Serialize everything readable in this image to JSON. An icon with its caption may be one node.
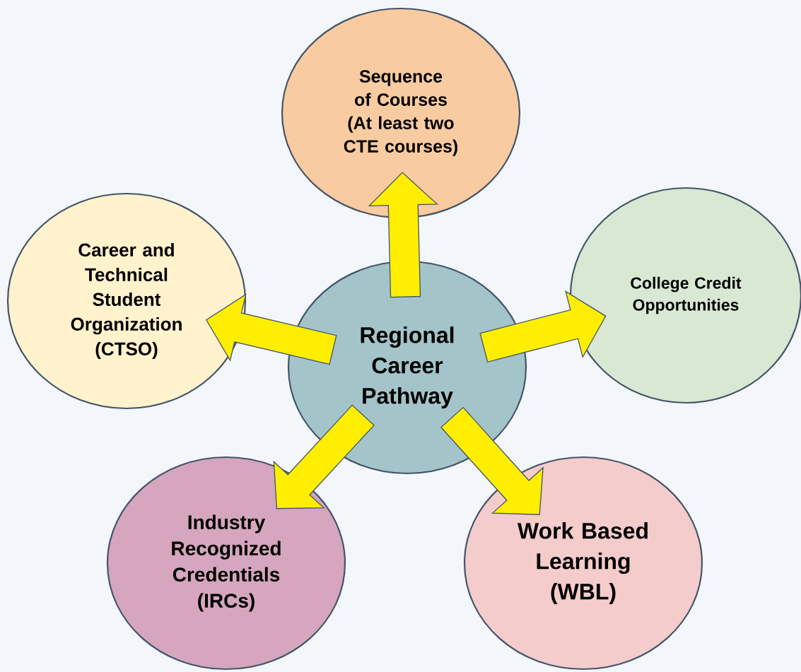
{
  "diagram": {
    "nodes": [
      {
        "text": [
          "Regional Career Pathway"
        ]
      },
      {
        "text": [
          "Sequence of Courses (At least two CTE courses)"
        ]
      },
      {
        "text": [
          "Career and Technical Student Organization (CTSO)"
        ]
      },
      {
        "text": [
          "College Credit Opportunities"
        ]
      },
      {
        "text": [
          "Industry Recognized Credentials (IRCs)"
        ]
      },
      {
        "text": [
          "Work Based Learning (WBL)"
        ]
      }
    ],
    "edges": [
      {
        "from": 0,
        "to": 1,
        "arrow": "to"
      },
      {
        "from": 0,
        "to": 2,
        "arrow": "to"
      },
      {
        "from": 0,
        "to": 3,
        "arrow": "to"
      },
      {
        "from": 0,
        "to": 4,
        "arrow": "to"
      },
      {
        "from": 0,
        "to": 5,
        "arrow": "to"
      }
    ]
  }
}
